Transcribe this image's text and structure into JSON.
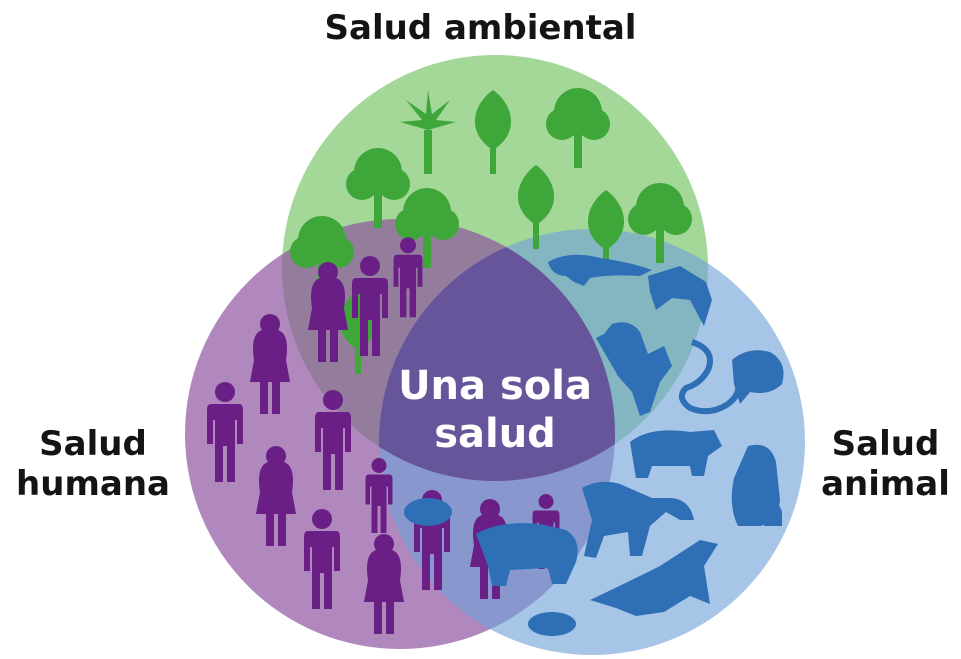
{
  "title": "Salud ambiental",
  "circles": [
    {
      "id": "environment",
      "label": "Salud ambiental",
      "color": "#6cc05a"
    },
    {
      "id": "human",
      "label_lines": [
        "Salud",
        "humana"
      ],
      "color": "#8a4f9e"
    },
    {
      "id": "animal",
      "label_lines": [
        "Salud",
        "animal"
      ],
      "color": "#6fa2d8"
    }
  ],
  "center": {
    "lines": [
      "Una sola",
      "salud"
    ],
    "color": "#66559a"
  },
  "icons": {
    "environment": "tree-icon",
    "human": "person-icon",
    "animal": "animal-icon"
  },
  "colors": {
    "tree": "#3fa63a",
    "person": "#6a1f86",
    "animal": "#2e6fb6",
    "text": "#141414",
    "center_text": "#ffffff"
  }
}
